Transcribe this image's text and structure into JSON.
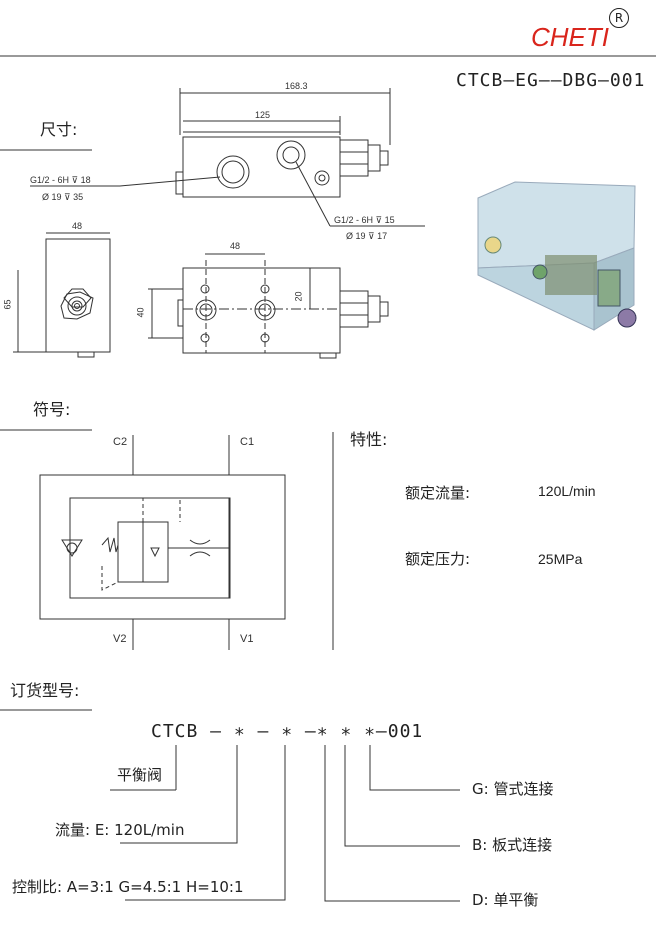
{
  "header": {
    "brand": "CHETI",
    "registered": "R",
    "model": "CTCB—EG——DBG—001"
  },
  "dimensions": {
    "section_label": "尺寸:",
    "overall_length": "168.3",
    "body_length": "125",
    "port_v_thread": "G1/2 - 6H ⊽ 18",
    "port_v_counterbore": "Ø 19 ⊽ 35",
    "port_c_thread": "G1/2 - 6H ⊽ 15",
    "port_c_counterbore": "Ø 19 ⊽ 17",
    "side_width": "48",
    "side_height": "65",
    "hole_spacing_h": "48",
    "hole_spacing_v": "40",
    "hole_offset": "20"
  },
  "symbol": {
    "section_label": "符号:",
    "port_c2": "C2",
    "port_c1": "C1",
    "port_v2": "V2",
    "port_v1": "V1"
  },
  "characteristics": {
    "section_label": "特性:",
    "rows": [
      {
        "label": "额定流量:",
        "value": "120L/min"
      },
      {
        "label": "额定压力:",
        "value": "25MPa"
      }
    ]
  },
  "ordering": {
    "section_label": "订货型号:",
    "code": "CTCB — ∗ — ∗ —∗ ∗ ∗—001",
    "left_items": [
      {
        "text": "平衡阀"
      },
      {
        "text": "流量: E: 120L/min"
      },
      {
        "text": "控制比: A=3:1  G=4.5:1  H=10:1"
      }
    ],
    "right_items": [
      {
        "text": "G: 管式连接"
      },
      {
        "text": "B: 板式连接"
      },
      {
        "text": "D: 单平衡"
      }
    ]
  }
}
